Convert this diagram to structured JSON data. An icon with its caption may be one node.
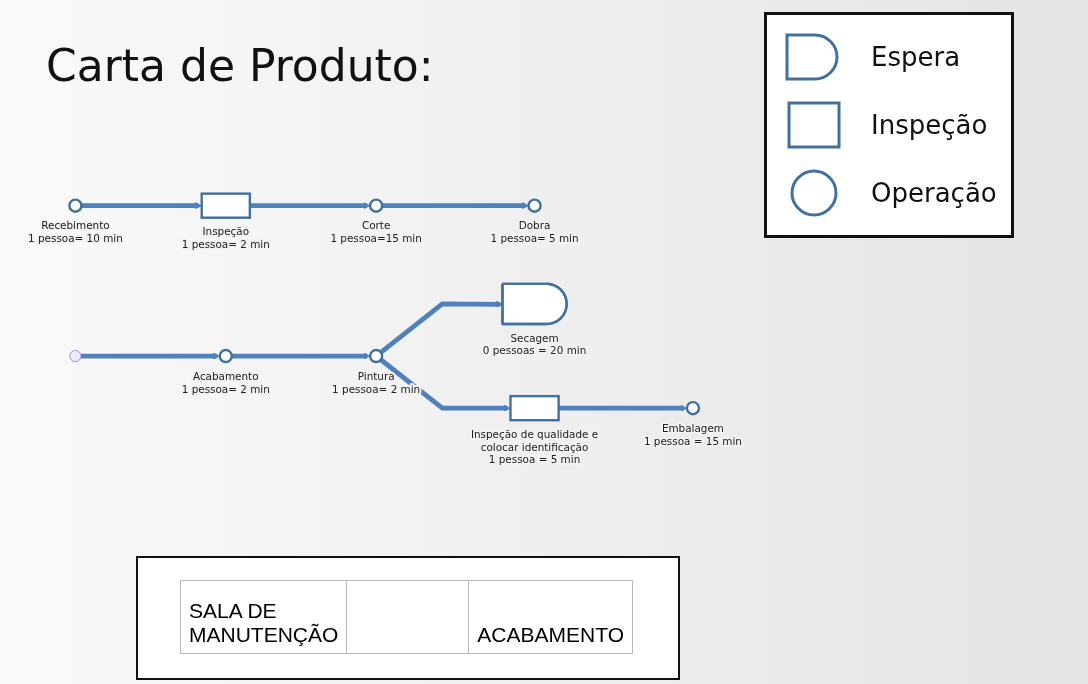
{
  "diagram": {
    "title": "Carta de Produto:",
    "nodes": [
      {
        "text": [],
        "shape": "circle",
        "beside": [
          "Recebimento",
          "1 pessoa= 10 min"
        ]
      },
      {
        "text": [],
        "shape": "box",
        "beside": [
          "Inspeção",
          "1 pessoa= 2 min"
        ]
      },
      {
        "text": [],
        "shape": "circle",
        "beside": [
          "Corte",
          "1 pessoa=15 min"
        ]
      },
      {
        "text": [],
        "shape": "circle",
        "beside": [
          "Dobra",
          "1 pessoa= 5 min"
        ]
      },
      {
        "text": [],
        "shape": "circle",
        "beside": [
          "Acabamento",
          "1 pessoa= 2 min"
        ]
      },
      {
        "text": [],
        "shape": "circle",
        "beside": [
          "Pintura",
          "1 pessoa= 2 min"
        ]
      },
      {
        "text": [],
        "shape": "delay",
        "beside": [
          "Secagem",
          "0 pessoas = 20 min"
        ]
      },
      {
        "text": [],
        "shape": "box",
        "beside": [
          "Inspeção de qualidade e colocar identificação",
          "1 pessoa = 5 min"
        ]
      },
      {
        "text": [],
        "shape": "circle",
        "beside": [
          "Embalagem",
          "1 pessoa = 15 min"
        ]
      }
    ],
    "edges": [
      {
        "from": 0,
        "to": 1,
        "arrow": "to"
      },
      {
        "from": 1,
        "to": 2,
        "arrow": "to"
      },
      {
        "from": 2,
        "to": 3,
        "arrow": "to"
      },
      {
        "from": null,
        "to": 4,
        "arrow": "to"
      },
      {
        "from": 4,
        "to": 5,
        "arrow": "to"
      },
      {
        "from": 5,
        "to": 6,
        "arrow": "to"
      },
      {
        "from": 5,
        "to": 7,
        "arrow": "to"
      },
      {
        "from": 7,
        "to": 8,
        "arrow": "to"
      }
    ],
    "labels": [
      "SALA DE MANUTENÇÃO",
      "ACABAMENTO"
    ],
    "legend": [
      {
        "text": "Espera"
      },
      {
        "text": "Inspeção"
      },
      {
        "text": "Operação"
      }
    ]
  }
}
